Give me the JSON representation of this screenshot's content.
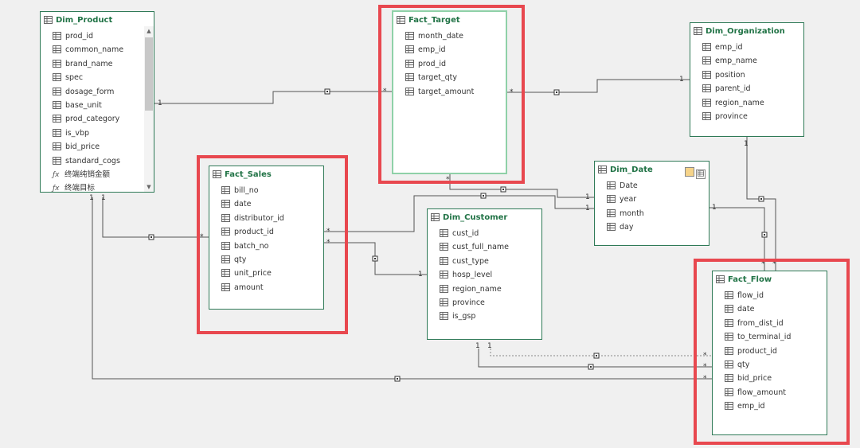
{
  "tables": [
    {
      "id": "Dim_Product",
      "title": "Dim_Product",
      "scroll": true,
      "fields": [
        {
          "name": "prod_id"
        },
        {
          "name": "common_name"
        },
        {
          "name": "brand_name"
        },
        {
          "name": "spec"
        },
        {
          "name": "dosage_form"
        },
        {
          "name": "base_unit"
        },
        {
          "name": "prod_category"
        },
        {
          "name": "is_vbp"
        },
        {
          "name": "bid_price"
        },
        {
          "name": "standard_cogs"
        },
        {
          "name": "终端纯销金额",
          "type": "measure"
        },
        {
          "name": "终端目标",
          "type": "measure"
        }
      ]
    },
    {
      "id": "Fact_Target",
      "title": "Fact_Target",
      "selected": true,
      "fields": [
        {
          "name": "month_date"
        },
        {
          "name": "emp_id"
        },
        {
          "name": "prod_id"
        },
        {
          "name": "target_qty"
        },
        {
          "name": "target_amount"
        }
      ]
    },
    {
      "id": "Dim_Organization",
      "title": "Dim_Organization",
      "fields": [
        {
          "name": "emp_id"
        },
        {
          "name": "emp_name"
        },
        {
          "name": "position"
        },
        {
          "name": "parent_id"
        },
        {
          "name": "region_name"
        },
        {
          "name": "province"
        }
      ]
    },
    {
      "id": "Fact_Sales",
      "title": "Fact_Sales",
      "fields": [
        {
          "name": "bill_no"
        },
        {
          "name": "date"
        },
        {
          "name": "distributor_id"
        },
        {
          "name": "product_id"
        },
        {
          "name": "batch_no"
        },
        {
          "name": "qty"
        },
        {
          "name": "unit_price"
        },
        {
          "name": "amount"
        }
      ]
    },
    {
      "id": "Dim_Date",
      "title": "Dim_Date",
      "date_buttons": true,
      "fields": [
        {
          "name": "Date"
        },
        {
          "name": "year"
        },
        {
          "name": "month"
        },
        {
          "name": "day"
        }
      ]
    },
    {
      "id": "Dim_Customer",
      "title": "Dim_Customer",
      "fields": [
        {
          "name": "cust_id"
        },
        {
          "name": "cust_full_name"
        },
        {
          "name": "cust_type"
        },
        {
          "name": "hosp_level"
        },
        {
          "name": "region_name"
        },
        {
          "name": "province"
        },
        {
          "name": "is_gsp"
        }
      ]
    },
    {
      "id": "Fact_Flow",
      "title": "Fact_Flow",
      "fields": [
        {
          "name": "flow_id"
        },
        {
          "name": "date"
        },
        {
          "name": "from_dist_id"
        },
        {
          "name": "to_terminal_id"
        },
        {
          "name": "product_id"
        },
        {
          "name": "qty"
        },
        {
          "name": "bid_price"
        },
        {
          "name": "flow_amount"
        },
        {
          "name": "emp_id"
        }
      ]
    }
  ],
  "relationships": [
    {
      "from": "Dim_Product",
      "to": "Fact_Target",
      "from_card": "1",
      "to_card": "*"
    },
    {
      "from": "Dim_Organization",
      "to": "Fact_Target",
      "from_card": "1",
      "to_card": "*"
    },
    {
      "from": "Dim_Product",
      "to": "Fact_Sales",
      "from_card": "1",
      "to_card": "*"
    },
    {
      "from": "Dim_Date",
      "to": "Fact_Sales",
      "from_card": "1",
      "to_card": "*"
    },
    {
      "from": "Dim_Date",
      "to": "Fact_Target",
      "from_card": "1",
      "to_card": "*"
    },
    {
      "from": "Dim_Customer",
      "to": "Fact_Sales",
      "from_card": "1",
      "to_card": "*"
    },
    {
      "from": "Dim_Date",
      "to": "Fact_Flow",
      "from_card": "1",
      "to_card": "*"
    },
    {
      "from": "Dim_Organization",
      "to": "Fact_Flow",
      "from_card": "1",
      "to_card": "*"
    },
    {
      "from": "Dim_Customer",
      "to": "Fact_Flow",
      "from_card": "1",
      "to_card": "*",
      "inactive": true
    },
    {
      "from": "Dim_Customer",
      "to": "Fact_Flow",
      "from_card": "1",
      "to_card": "*"
    },
    {
      "from": "Dim_Product",
      "to": "Fact_Flow",
      "from_card": "1",
      "to_card": "*"
    }
  ],
  "colors": {
    "highlight": "#e8484f",
    "title": "#217346",
    "border": "#2f7a57",
    "line": "#555555",
    "selected_border": "#8fd1a8"
  },
  "icons": {
    "table": "table-icon",
    "field": "field-icon",
    "measure": "measure-icon"
  }
}
